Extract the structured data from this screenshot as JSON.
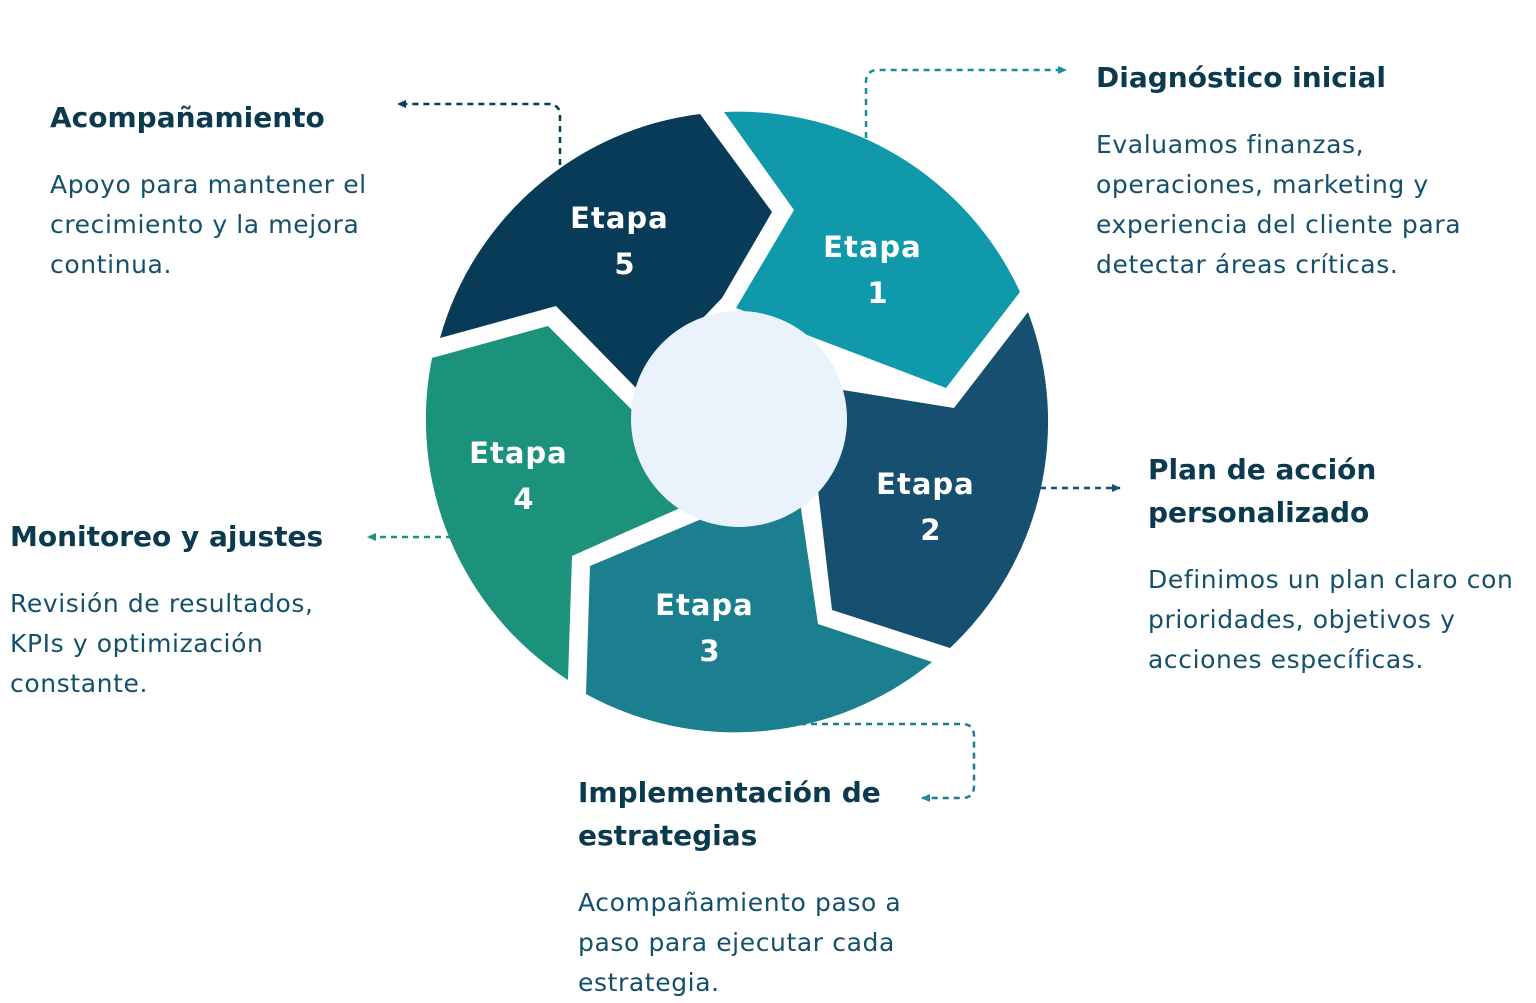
{
  "stages": [
    {
      "line1": "Etapa",
      "line2": "1",
      "color": "#1098ab"
    },
    {
      "line1": "Etapa",
      "line2": "2",
      "color": "#164f70"
    },
    {
      "line1": "Etapa",
      "line2": "3",
      "color": "#1c7f8f"
    },
    {
      "line1": "Etapa",
      "line2": "4",
      "color": "#1c917c"
    },
    {
      "line1": "Etapa",
      "line2": "5",
      "color": "#073b58"
    }
  ],
  "center_color": "#eaf3fb",
  "blocks": {
    "diagnostico": {
      "title": "Diagnóstico inicial",
      "text": "Evaluamos finanzas, operaciones, marketing y experiencia del cliente para detectar áreas críticas."
    },
    "plan": {
      "title": "Plan de acción personalizado",
      "text": "Definimos un plan claro con prioridades, objetivos y acciones específicas."
    },
    "implementacion": {
      "title": "Implementación de estrategias",
      "text": "Acompañamiento paso a paso para ejecutar cada estrategia."
    },
    "monitoreo": {
      "title": "Monitoreo y ajustes",
      "text": "Revisión de resultados, KPIs y optimización constante."
    },
    "acompanamiento": {
      "title": "Acompañamiento",
      "text": "Apoyo para mantener el crecimiento y la mejora continua."
    }
  }
}
